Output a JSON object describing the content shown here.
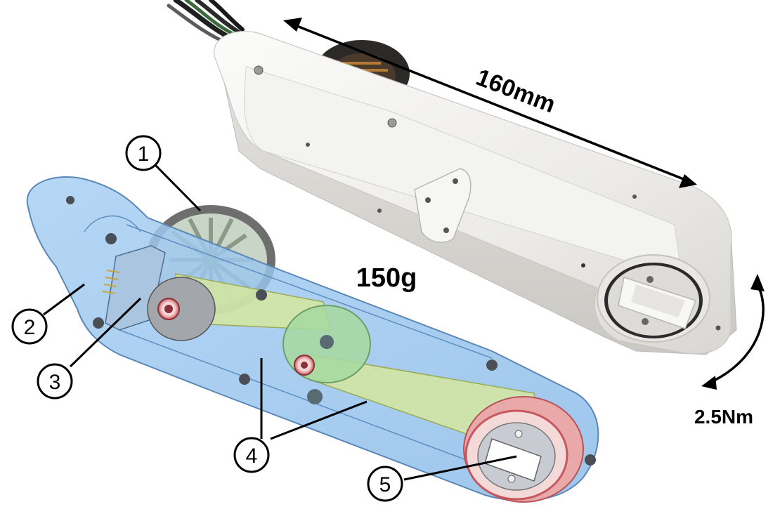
{
  "annotations": {
    "length": "160mm",
    "mass": "150g",
    "torque": "2.5Nm"
  },
  "callouts": [
    {
      "id": "callout-1",
      "number": "1"
    },
    {
      "id": "callout-2",
      "number": "2"
    },
    {
      "id": "callout-3",
      "number": "3"
    },
    {
      "id": "callout-4",
      "number": "4"
    },
    {
      "id": "callout-5",
      "number": "5"
    }
  ],
  "colors": {
    "housing_white": "#eeeeec",
    "transparent_shell": "#9cc7f0",
    "belt": "#d7e89a",
    "pulley_green": "#a6d9a0",
    "bearing_red": "#d0575f",
    "motor_dark": "#2c2a28"
  }
}
